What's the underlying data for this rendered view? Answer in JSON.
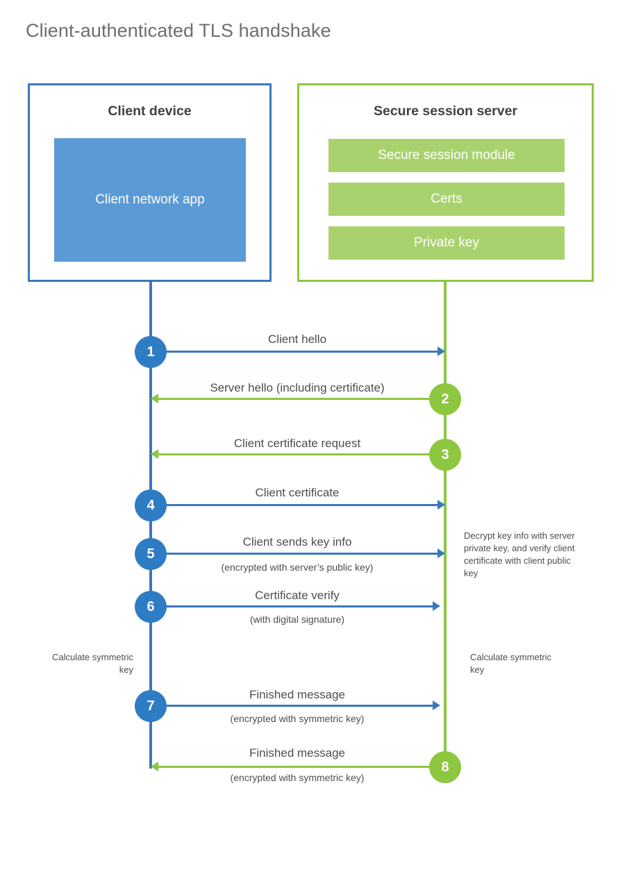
{
  "title": "Client-authenticated TLS handshake",
  "colors": {
    "client_blue": "#3a78bd",
    "client_block_blue": "#5b9bd5",
    "step_blue": "#2e7cc4",
    "server_green": "#8dc63f",
    "server_block_green": "#a9d26e",
    "text_gray": "#4d4d4f",
    "title_gray": "#6d6e70"
  },
  "entities": {
    "client": {
      "title": "Client device",
      "blocks": [
        {
          "label": "Client network app"
        }
      ]
    },
    "server": {
      "title": "Secure session server",
      "blocks": [
        {
          "label": "Secure session module"
        },
        {
          "label": "Certs"
        },
        {
          "label": "Private key"
        }
      ]
    }
  },
  "steps": [
    {
      "number": "1",
      "label": "Client hello",
      "sublabel": "",
      "direction": "client-to-server",
      "color": "blue"
    },
    {
      "number": "2",
      "label": "Server hello (including certificate)",
      "sublabel": "",
      "direction": "server-to-client",
      "color": "green"
    },
    {
      "number": "3",
      "label": "Client certificate request",
      "sublabel": "",
      "direction": "server-to-client",
      "color": "green"
    },
    {
      "number": "4",
      "label": "Client certificate",
      "sublabel": "",
      "direction": "client-to-server",
      "color": "blue"
    },
    {
      "number": "5",
      "label": "Client sends key info",
      "sublabel": "(encrypted with server’s public key)",
      "direction": "client-to-server",
      "color": "blue"
    },
    {
      "number": "6",
      "label": "Certificate verify",
      "sublabel": "(with digital signature)",
      "direction": "client-to-server",
      "color": "blue"
    },
    {
      "number": "7",
      "label": "Finished message",
      "sublabel": "(encrypted with symmetric key)",
      "direction": "client-to-server",
      "color": "blue"
    },
    {
      "number": "8",
      "label": "Finished message",
      "sublabel": "(encrypted with symmetric key)",
      "direction": "server-to-client",
      "color": "green"
    }
  ],
  "annotations": {
    "server_decrypt": "Decrypt key info with server private key, and verify client certificate with client public key",
    "client_calculate": "Calculate symmetric key",
    "server_calculate": "Calculate symmetric key"
  }
}
